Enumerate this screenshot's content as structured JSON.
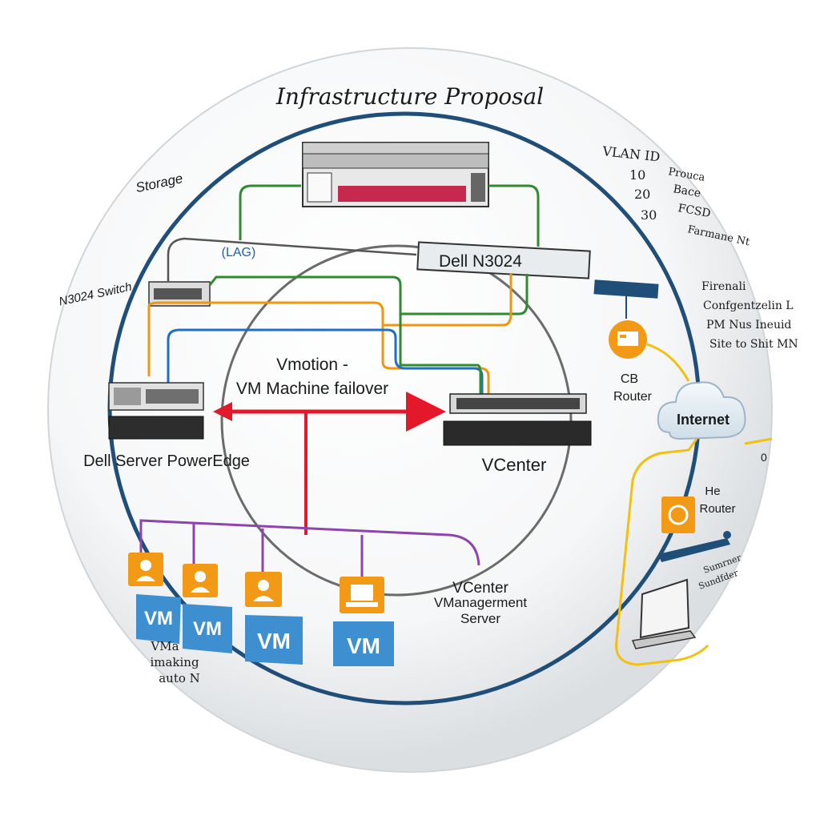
{
  "title": "Infrastructure Proposal",
  "labels": {
    "storage": "Storage",
    "lag": "(LAG)",
    "switch_small": "N3024 Switch",
    "switch_dell": "Dell N3024",
    "vmotion_line1": "Vmotion -",
    "vmotion_line2": "VM Machine failover",
    "dell_server": "Dell Server PowerEdge",
    "vcenter": "VCenter",
    "vcenter_mgmt_line1": "VCenter",
    "vcenter_mgmt_line2": "VManagerment",
    "vcenter_mgmt_line3": "Server",
    "vma_line1": "VMa",
    "vma_line2": "imaking",
    "vma_line3": "auto N",
    "internet": "Internet",
    "cb_router_line1": "CB",
    "cb_router_line2": "Router",
    "he_router_line1": "He",
    "he_router_line2": "Router",
    "bottom_right_line1": "Sumrner",
    "bottom_right_line2": "Sundfder",
    "edge_fragment": "0"
  },
  "vlan_table": {
    "header": "VLAN ID",
    "ids": [
      "10",
      "20",
      "30"
    ],
    "names": [
      "Prouca",
      "Bace",
      "FCSD",
      "Farmane Nt"
    ]
  },
  "firewall_notes": [
    "Firenali",
    "Confgentzelin L",
    "PM Nus Ineuid",
    "Site to Shit MN"
  ],
  "vms": [
    "VM",
    "VM",
    "VM",
    "VM"
  ],
  "colors": {
    "outer_ring": "#1f4e79",
    "green_link": "#2e8b2e",
    "orange_link": "#f0960f",
    "blue_link": "#1f6fc5",
    "vmotion_red": "#e3192b",
    "purple_link": "#8e44ad",
    "vm_blue": "#3d8fcf",
    "user_orange": "#f29a16",
    "internet_link": "#f2c011"
  }
}
